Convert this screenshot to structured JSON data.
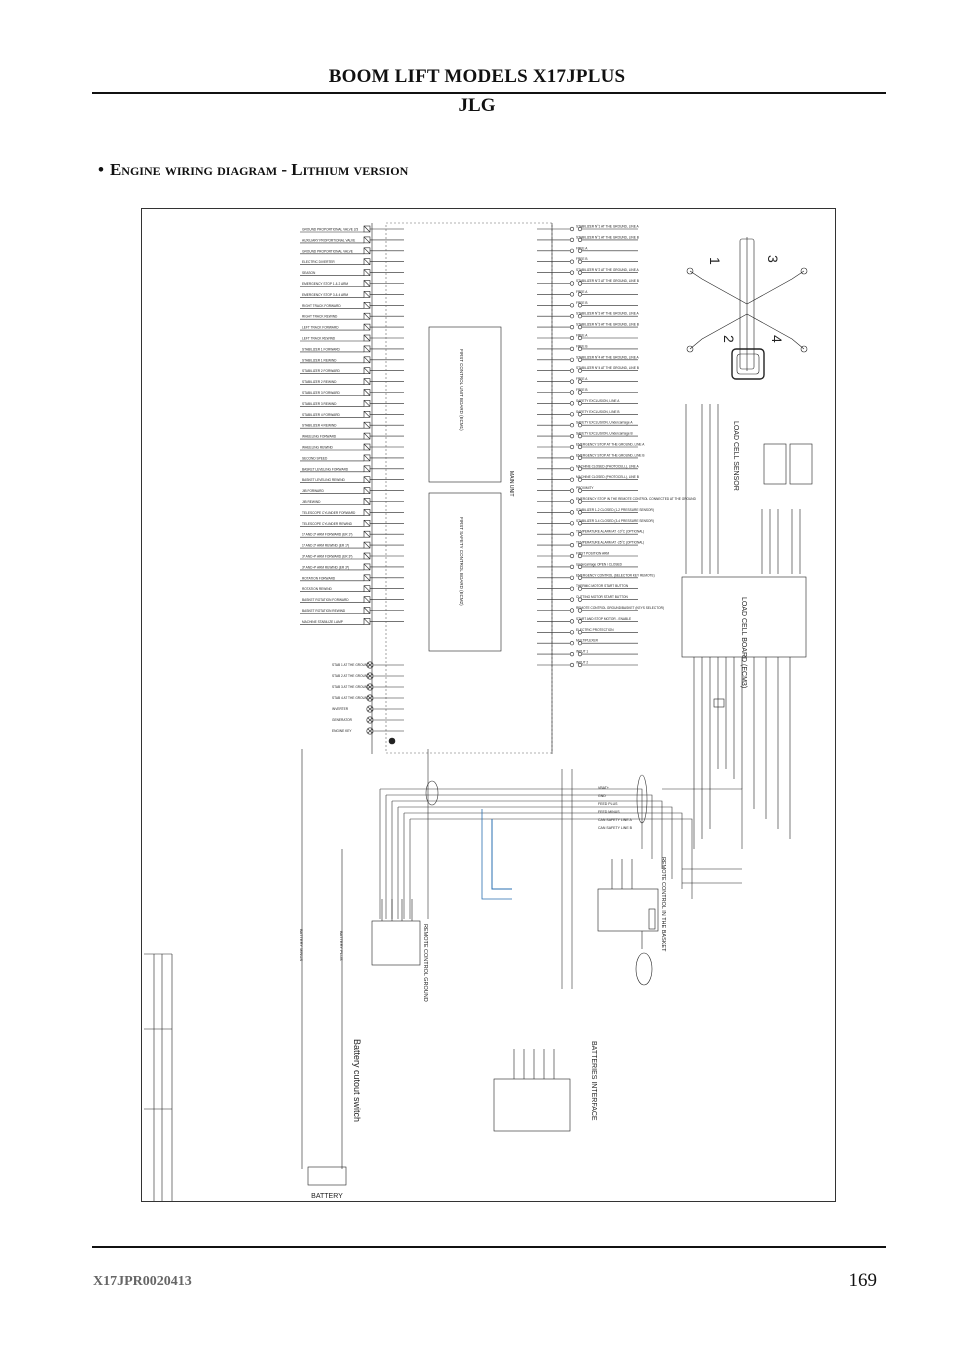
{
  "header": {
    "title": "BOOM LIFT MODELS X17JPLUS",
    "brand": "JLG"
  },
  "section": {
    "bullet": "•",
    "title": "Engine wiring diagram - Lithium version"
  },
  "diagram": {
    "main_unit": "MAIN UNIT",
    "ecu1": "FIRST CONTROL UNIT BOARD (ECM1)",
    "ecu2": "FIRST SAFETY CONTROL BOARD (ECM2)",
    "load_cell_sensor": "LOAD CELL SENSOR",
    "load_cell_board": "LOAD CELL BOARD (ECM3)",
    "remote_basket": "REMOTE CONTROL IN THE BASKET",
    "remote_ground": "REMOTE CONTROL GROUND",
    "batteries_interface": "BATTERIES INTERFACE",
    "battery_cutout": "Battery cutout switch",
    "battery": "BATTERY",
    "battery_minus": "BATTERY MINUS",
    "battery_plus": "BATTERY PLUS",
    "stabilizer_numbers": [
      "1",
      "2",
      "3",
      "4"
    ],
    "left_labels": [
      "GROUND PROPORTIONAL VALVE 2/3",
      "AUXILIARY PROPORTIONAL VALVE",
      "GROUND PROPORTIONAL VALVE",
      "ELECTRIC DIVERTER",
      "SEASON",
      "EMERGENCY STOP 1 & 2 ARM",
      "EMERGENCY STOP 3 & 4 ARM",
      "RIGHT TRACK FORWARD",
      "RIGHT TRACK REWIND",
      "LEFT TRACK FORWARD",
      "LEFT TRACK REWIND",
      "STABILIZER 1 FORWARD",
      "STABILIZER 1 REWIND",
      "STABILIZER 2 FORWARD",
      "STABILIZER 2 REWIND",
      "STABILIZER 3 FORWARD",
      "STABILIZER 3 REWIND",
      "STABILIZER 4 FORWARD",
      "STABILIZER 4 REWIND",
      "WHEELING FORWARD",
      "WHEELING REWIND",
      "SECOND SPEED",
      "BASKET LEVELING FORWARD",
      "BASKET LEVELING REWIND",
      "JIB FORWARD",
      "JIB REWIND",
      "TELESCOPE CYLINDER FORWARD",
      "TELESCOPE CYLINDER REWIND",
      "1ª AND 2ª ARM FORWARD (ER 1ª)",
      "1ª AND 2ª ARM REWIND (ER 1ª)",
      "3ª AND 4ª ARM FORWARD (ER 3ª)",
      "3ª AND 4ª ARM REWIND (ER 3ª)",
      "ROTATION FORWARD",
      "ROTATION REWIND",
      "BASKET ROTATION FORWARD",
      "BASKET ROTATION REWIND",
      "MACHINE STABILIZE LAMP"
    ],
    "lower_left_labels": [
      "STAB 1 AT THE GROUND",
      "STAB 2 AT THE GROUND",
      "STAB 3 AT THE GROUND",
      "STAB 4 AT THE GROUND",
      "INVERTER",
      "GENERATOR",
      "ENGINE KEY"
    ],
    "right_labels": [
      "STABILIZER N°1 AT THE GROUND, LINE A",
      "STABILIZER N°1 AT THE GROUND, LINE B",
      "FREE A",
      "FREE B",
      "STABILIZER N°2 AT THE GROUND, LINE A",
      "STABILIZER N°2 AT THE GROUND, LINE B",
      "FREE A",
      "FREE B",
      "STABILIZER N°3 AT THE GROUND, LINE A",
      "STABILIZER N°3 AT THE GROUND, LINE B",
      "FREE A",
      "FREE B",
      "STABILIZER N°4 AT THE GROUND, LINE A",
      "STABILIZER N°4 AT THE GROUND, LINE B",
      "FREE A",
      "FREE B",
      "SAFETY EXCLUSION, LINE A",
      "SAFETY EXCLUSION, LINE B",
      "SAFETY EXCLUSION, Undercarriage A",
      "SAFETY EXCLUSION, Undercarriage B",
      "EMERGENCY STOP AT THE GROUND, LINE A",
      "EMERGENCY STOP AT THE GROUND, LINE B",
      "MACHINE CLOSED (PHOTOCELL), LINE A",
      "MACHINE CLOSED (PHOTOCELL), LINE B",
      "PROXIMITY",
      "EMERGENCY STOP IN THE REMOTE CONTROL CONNECTED AT THE GROUND",
      "STABILIZER 1-2 CLOSED (1-2 PRESSURE SENSOR)",
      "STABILIZER 3-4 CLOSED (3-4 PRESSURE SENSOR)",
      "TEMPERATURE ALARM AT -10°C (OPTIONAL)",
      "TEMPERATURE ALARM AT -25°C (OPTIONAL)",
      "FIRST POSITION ARM",
      "Undercarriage OPEN / CLOSED",
      "EMERGENCY CONTROL (SELECTOR KEY REMOTE)",
      "THERMIC MOTOR START BUTTON",
      "CUTTING MOTOR START BUTTON",
      "REMOTE CONTROL GROUND/BASKET (KEYS SELECTOR)",
      "START AND STOP MOTOR - ENABLE",
      "ELECTRIC PROTECTION",
      "MULTIPLEXER",
      "INPUT 1",
      "INPUT 2"
    ],
    "cable_labels": [
      "VBAT+",
      "GND",
      "FEED PLUS",
      "FEED MINUS",
      "CAN SAFETY LINE A",
      "CAN SAFETY LINE B"
    ]
  },
  "footer": {
    "doc_code": "X17JPR0020413",
    "page_number": "169"
  }
}
